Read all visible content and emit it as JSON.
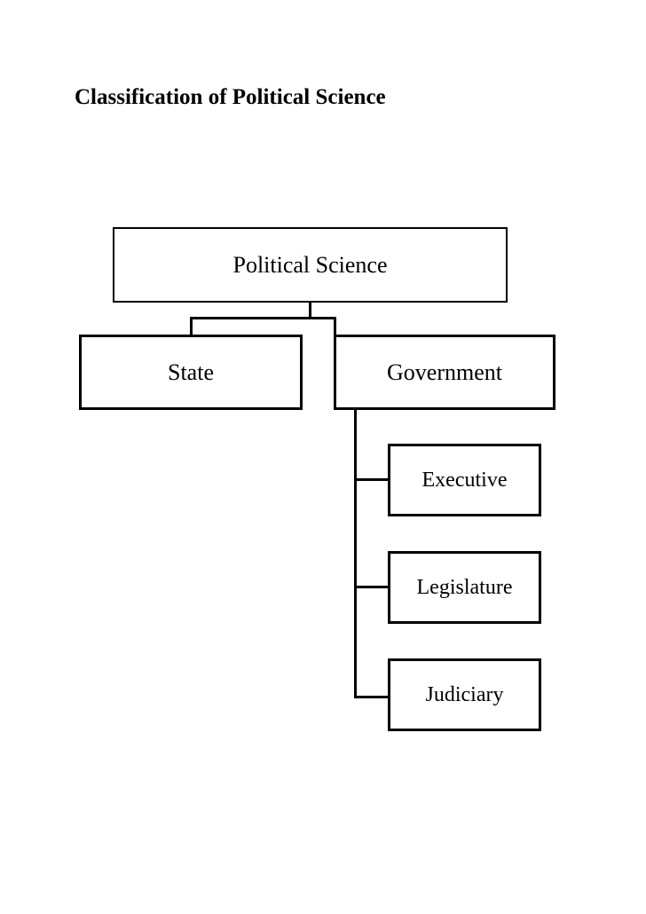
{
  "page": {
    "title": "Classification of Political Science",
    "background_color": "#ffffff",
    "line_color": "#000000",
    "text_color": "#000000"
  },
  "chart_data": {
    "type": "diagram",
    "diagram_kind": "hierarchy-tree",
    "title": "Classification of Political Science",
    "root": {
      "label": "Political Science",
      "children": [
        {
          "label": "State",
          "children": []
        },
        {
          "label": "Government",
          "children": [
            {
              "label": "Executive"
            },
            {
              "label": "Legislature"
            },
            {
              "label": "Judiciary"
            }
          ]
        }
      ]
    },
    "nodes": [
      {
        "id": "political-science",
        "label": "Political Science",
        "level": 0
      },
      {
        "id": "state",
        "label": "State",
        "level": 1
      },
      {
        "id": "government",
        "label": "Government",
        "level": 1
      },
      {
        "id": "executive",
        "label": "Executive",
        "level": 2
      },
      {
        "id": "legislature",
        "label": "Legislature",
        "level": 2
      },
      {
        "id": "judiciary",
        "label": "Judiciary",
        "level": 2
      }
    ],
    "edges": [
      {
        "from": "political-science",
        "to": "state"
      },
      {
        "from": "political-science",
        "to": "government"
      },
      {
        "from": "government",
        "to": "executive"
      },
      {
        "from": "government",
        "to": "legislature"
      },
      {
        "from": "government",
        "to": "judiciary"
      }
    ]
  },
  "nodes": {
    "root": "Political Science",
    "state": "State",
    "government": "Government",
    "executive": "Executive",
    "legislature": "Legislature",
    "judiciary": "Judiciary"
  }
}
